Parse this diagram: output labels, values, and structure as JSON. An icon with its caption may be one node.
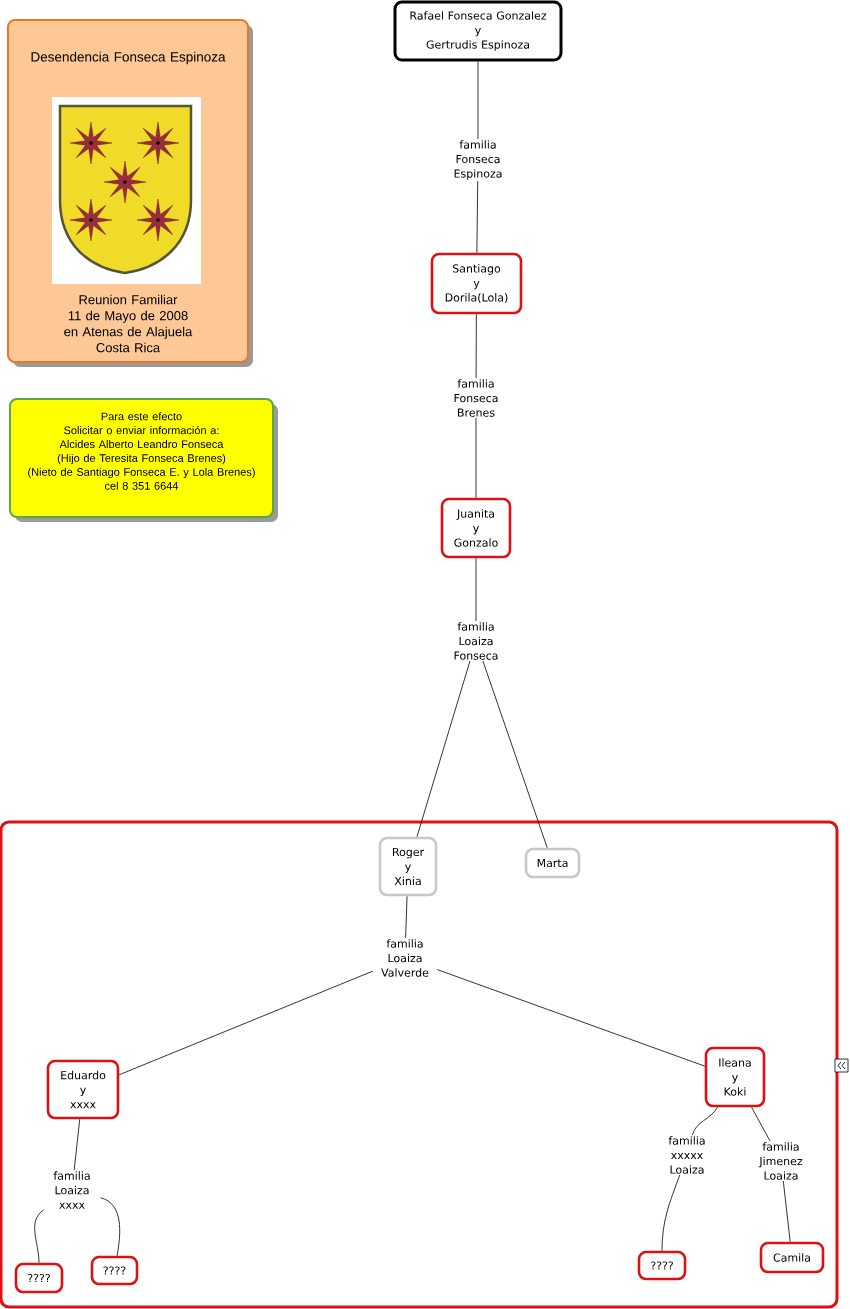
{
  "diagram": {
    "nodes": [
      {
        "text": [
          "Desendencia Fonseca Espinoza",
          "Reunion Familiar 11 de Mayo de 2008 en Atenas de Alajuela Costa Rica"
        ]
      },
      {
        "text": [
          "Para este efecto Solicitar o enviar información a: Alcides Alberto Leandro Fonseca (Hijo de Teresita Fonseca Brenes) (Nieto de Santiago Fonseca E. y Lola Brenes) cel 8 351 6644"
        ]
      },
      {
        "text": [
          "Rafael Fonseca Gonzalez y Gertrudis Espinoza"
        ]
      },
      {
        "text": [
          "familia Fonseca Espinoza"
        ]
      },
      {
        "text": [
          "Santiago y Dorila(Lola)"
        ]
      },
      {
        "text": [
          "familia Fonseca Brenes"
        ]
      },
      {
        "text": [
          "Juanita y Gonzalo"
        ]
      },
      {
        "text": [
          "familia Loaiza Fonseca"
        ]
      },
      {
        "text": [],
        "shape": "box"
      },
      {
        "text": [
          "Roger y Xinia"
        ],
        "in": 8
      },
      {
        "text": [
          "Marta"
        ],
        "in": 8
      },
      {
        "text": [
          "familia Loaiza Valverde"
        ],
        "in": 8
      },
      {
        "text": [
          "Eduardo y xxxx"
        ],
        "in": 8
      },
      {
        "text": [
          "Ileana y Koki"
        ],
        "in": 8
      },
      {
        "text": [
          "familia Loaiza xxxx"
        ],
        "in": 8
      },
      {
        "text": [
          "familia xxxxx Loaiza"
        ],
        "in": 8
      },
      {
        "text": [
          "familia Jimenez Loaiza"
        ],
        "in": 8
      },
      {
        "text": [
          "????"
        ],
        "in": 8
      },
      {
        "text": [
          "????"
        ],
        "in": 8
      },
      {
        "text": [
          "????"
        ],
        "in": 8
      },
      {
        "text": [
          "Camila"
        ],
        "in": 8
      }
    ],
    "edges": [
      {
        "from": 2,
        "to": 3,
        "arrow": "none"
      },
      {
        "from": 3,
        "to": 4,
        "arrow": "none"
      },
      {
        "from": 4,
        "to": 5,
        "arrow": "none"
      },
      {
        "from": 5,
        "to": 6,
        "arrow": "none"
      },
      {
        "from": 6,
        "to": 7,
        "arrow": "none"
      },
      {
        "from": 7,
        "to": 9,
        "arrow": "none"
      },
      {
        "from": 7,
        "to": 10,
        "arrow": "none"
      },
      {
        "from": 9,
        "to": 11,
        "arrow": "none"
      },
      {
        "from": 11,
        "to": 12,
        "arrow": "none"
      },
      {
        "from": 11,
        "to": 13,
        "arrow": "none"
      },
      {
        "from": 12,
        "to": 14,
        "arrow": "none"
      },
      {
        "from": 14,
        "to": 17,
        "arrow": "none"
      },
      {
        "from": 14,
        "to": 18,
        "arrow": "none"
      },
      {
        "from": 13,
        "to": 15,
        "arrow": "none"
      },
      {
        "from": 15,
        "to": 19,
        "arrow": "none"
      },
      {
        "from": 13,
        "to": 16,
        "arrow": "none"
      },
      {
        "from": 16,
        "to": 20,
        "arrow": "none"
      }
    ]
  }
}
